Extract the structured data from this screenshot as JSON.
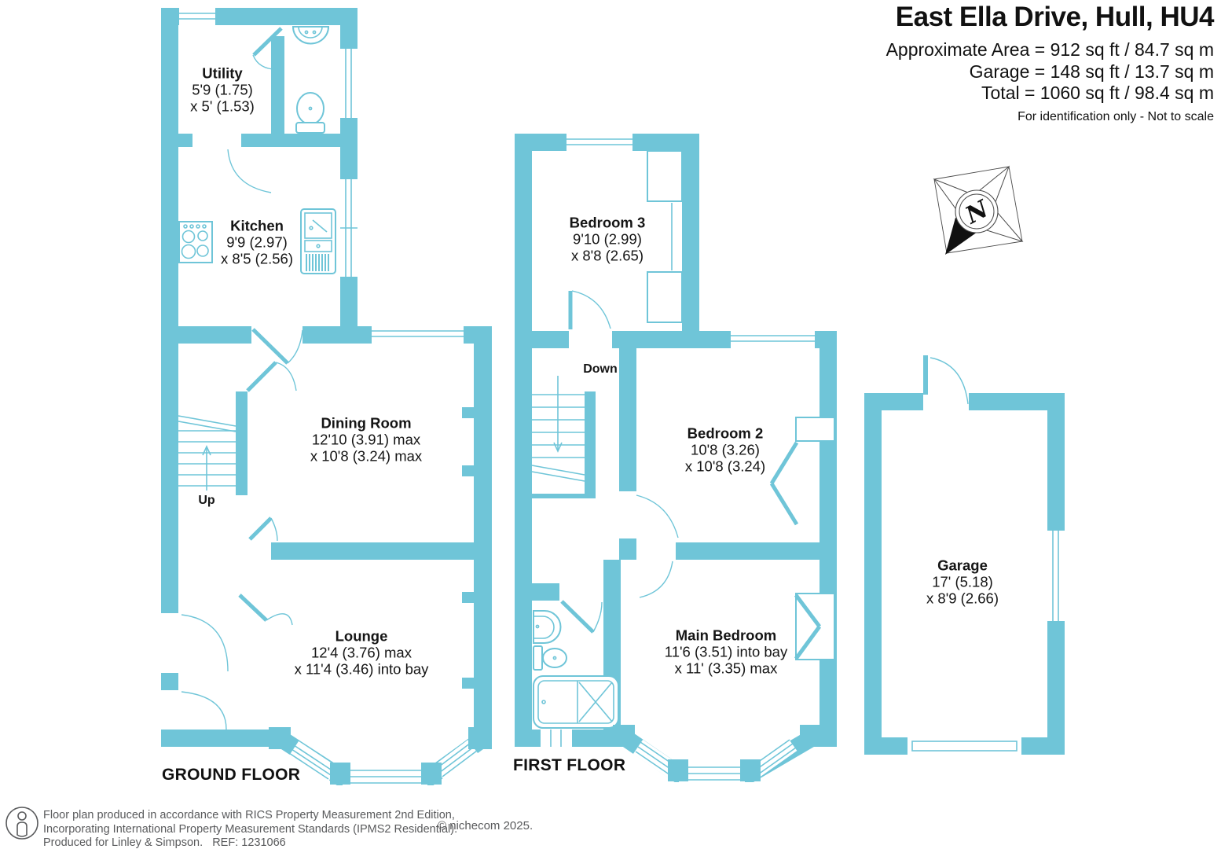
{
  "header": {
    "title": "East Ella Drive, Hull, HU4",
    "area_lines": [
      "Approximate Area = 912 sq ft / 84.7 sq m",
      "Garage = 148 sq ft / 13.7 sq m",
      "Total = 1060 sq ft / 98.4 sq m"
    ],
    "disclaimer": "For identification only - Not to scale"
  },
  "floors": {
    "ground": {
      "label": "GROUND FLOOR",
      "stairs_label": "Up",
      "rooms": [
        {
          "id": "utility",
          "name": "Utility",
          "dim1": "5'9 (1.75)",
          "dim2": "x 5' (1.53)"
        },
        {
          "id": "kitchen",
          "name": "Kitchen",
          "dim1": "9'9 (2.97)",
          "dim2": "x 8'5 (2.56)"
        },
        {
          "id": "dining-room",
          "name": "Dining Room",
          "dim1": "12'10 (3.91) max",
          "dim2": "x 10'8 (3.24) max"
        },
        {
          "id": "lounge",
          "name": "Lounge",
          "dim1": "12'4 (3.76) max",
          "dim2": "x 11'4 (3.46) into bay"
        }
      ]
    },
    "first": {
      "label": "FIRST FLOOR",
      "stairs_label": "Down",
      "rooms": [
        {
          "id": "bedroom-3",
          "name": "Bedroom 3",
          "dim1": "9'10 (2.99)",
          "dim2": "x 8'8 (2.65)"
        },
        {
          "id": "bedroom-2",
          "name": "Bedroom 2",
          "dim1": "10'8 (3.26)",
          "dim2": "x 10'8 (3.24)"
        },
        {
          "id": "main-bedroom",
          "name": "Main Bedroom",
          "dim1": "11'6 (3.51) into bay",
          "dim2": "x 11' (3.35) max"
        }
      ]
    },
    "garage": {
      "rooms": [
        {
          "id": "garage",
          "name": "Garage",
          "dim1": "17' (5.18)",
          "dim2": "x 8'9 (2.66)"
        }
      ]
    }
  },
  "compass": {
    "north_label": "N"
  },
  "footer": {
    "line1": "Floor plan produced in accordance with RICS Property Measurement 2nd Edition,",
    "line2": "Incorporating International Property Measurement Standards (IPMS2 Residential).",
    "line3": "Produced for Linley & Simpson.   REF: 1231066",
    "copyright": "© nichecom 2025."
  },
  "icons": {
    "compass": "compass-rose-north-icon",
    "person": "person-outline-icon"
  },
  "colors": {
    "wall": "#6fc5d8",
    "text": "#1a1a1a",
    "footer_text": "#595a5c"
  }
}
